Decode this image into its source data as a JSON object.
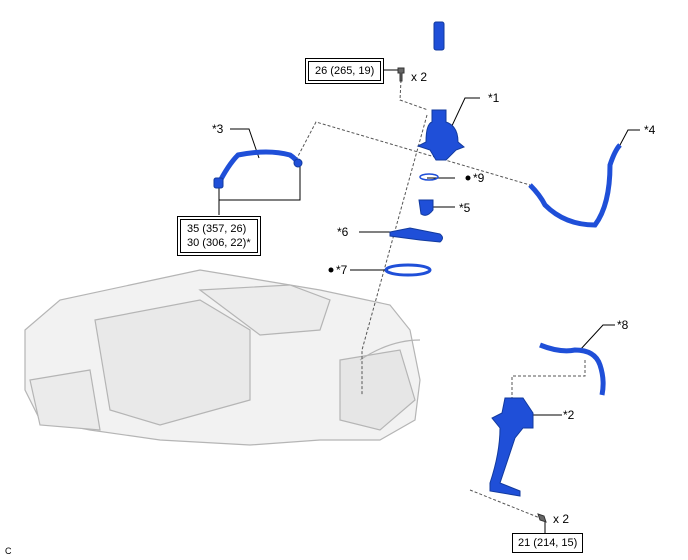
{
  "callouts": {
    "c1": "*1",
    "c2": "*2",
    "c3": "*3",
    "c4": "*4",
    "c5": "*5",
    "c6": "*6",
    "c7": "*7",
    "c8": "*8",
    "c9": "*9"
  },
  "torque": {
    "bolt_top": "26 (265, 19)",
    "bolt_top_qty": "x 2",
    "pipe_line1": "35 (357, 26)",
    "pipe_line2": "30 (306, 22)*",
    "bolt_bottom": "21 (214, 15)",
    "bolt_bottom_qty": "x 2"
  },
  "corner_code": "C",
  "colors": {
    "part": "#1f4fd8",
    "engine": "#c8c8c8",
    "leader": "#000000",
    "dash": "#555555"
  }
}
